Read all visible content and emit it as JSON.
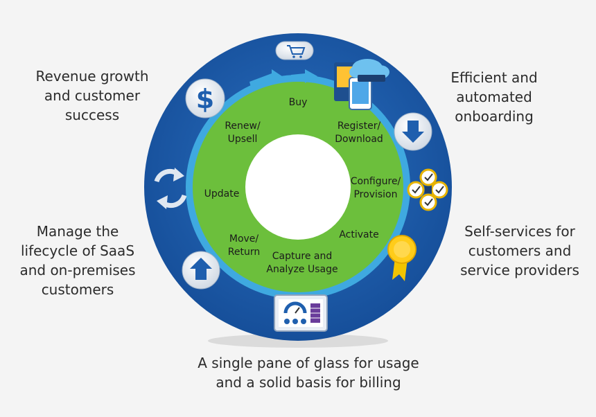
{
  "captions": {
    "top_left": "Revenue growth\nand customer\nsuccess",
    "top_right": "Efficient and\nautomated\nonboarding",
    "middle_left": "Manage the\nlifecycle of SaaS\nand on-premises\ncustomers",
    "middle_right": "Self-services for\ncustomers and\nservice providers",
    "bottom": "A single pane of glass for usage\nand a solid basis for billing"
  },
  "cycle_steps": {
    "buy": "Buy",
    "register": [
      "Register/",
      "Download"
    ],
    "configure": [
      "Configure/",
      "Provision"
    ],
    "activate": "Activate",
    "capture": [
      "Capture and",
      "Analyze Usage"
    ],
    "move": [
      "Move/",
      "Return"
    ],
    "update": "Update",
    "renew": [
      "Renew/",
      "Upsell"
    ]
  },
  "icons": {
    "shopping_cart": "shopping-cart-icon",
    "cloud_device": "cloud-device-icon",
    "download": "download-arrow-icon",
    "checklist": "checkmarks-icon",
    "award": "award-ribbon-icon",
    "dashboard": "dashboard-icon",
    "upload": "upload-arrow-icon",
    "refresh": "refresh-icon",
    "dollar": "dollar-icon"
  },
  "colors": {
    "outer_ring": "#1f5fae",
    "light_ring": "#3fa9e0",
    "green_ring": "#6cbf3c",
    "center": "#ffffff",
    "text": "#2b2b2b"
  }
}
